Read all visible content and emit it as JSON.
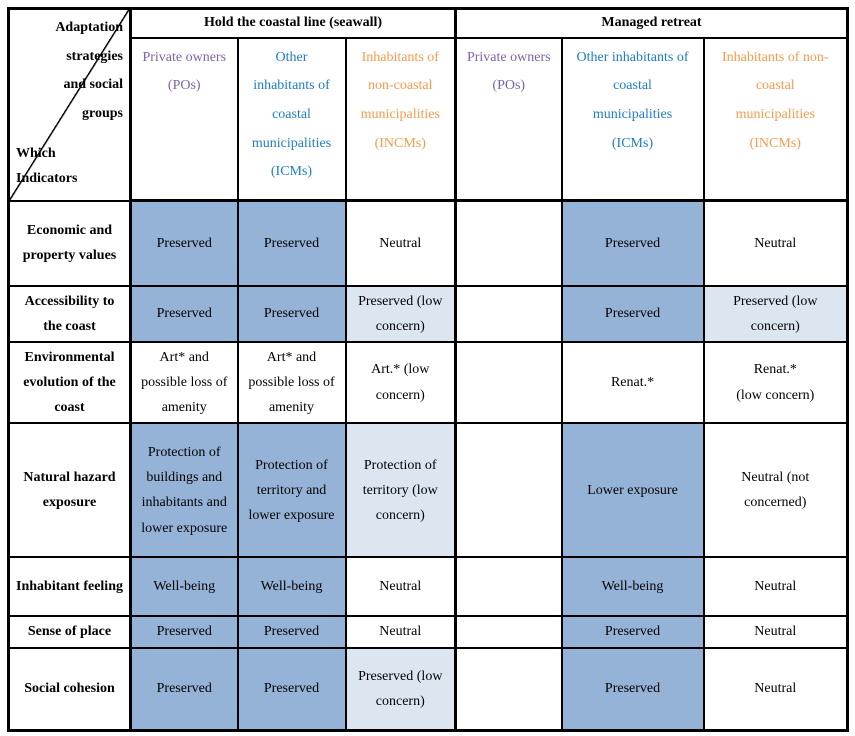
{
  "colors": {
    "group_private_owners": "#7D63A8",
    "group_coastal_inhabitants": "#1F7CC5",
    "group_non_coastal_inhabitants": "#F79A4D",
    "cell_strong_effect": "#95B3D7",
    "cell_low_concern": "#DCE6F1",
    "border": "#000000"
  },
  "corner": {
    "top_label": "Adaptation\nstrategies\nand social\ngroups",
    "bottom_label": "Which\nIndicators"
  },
  "strategies": [
    {
      "label": "Hold the coastal line (seawall)",
      "groups": [
        {
          "label": "Private owners\n(POs)",
          "color": "purple"
        },
        {
          "label": "Other\ninhabitants of\ncoastal\nmunicipalities\n(ICMs)",
          "color": "blue"
        },
        {
          "label": "Inhabitants of\nnon-coastal\nmunicipalities\n(INCMs)",
          "color": "orange"
        }
      ]
    },
    {
      "label": "Managed retreat",
      "groups": [
        {
          "label": "Private owners\n(POs)",
          "color": "purple"
        },
        {
          "label": "Other inhabitants of\ncoastal\nmunicipalities\n(ICMs)",
          "color": "blue"
        },
        {
          "label": "Inhabitants of non-\ncoastal\nmunicipalities\n(INCMs)",
          "color": "orange"
        }
      ]
    }
  ],
  "rows": [
    {
      "indicator": "Economic and property values",
      "cells": [
        {
          "text": "Preserved",
          "bg": "dark"
        },
        {
          "text": "Preserved",
          "bg": "dark"
        },
        {
          "text": "Neutral",
          "bg": "white"
        },
        {
          "text": "",
          "bg": "white"
        },
        {
          "text": "Preserved",
          "bg": "dark"
        },
        {
          "text": "Neutral",
          "bg": "white"
        }
      ]
    },
    {
      "indicator": "Accessibility to the coast",
      "cells": [
        {
          "text": "Preserved",
          "bg": "dark"
        },
        {
          "text": "Preserved",
          "bg": "dark"
        },
        {
          "text": "Preserved (low concern)",
          "bg": "light"
        },
        {
          "text": "",
          "bg": "white"
        },
        {
          "text": "Preserved",
          "bg": "dark"
        },
        {
          "text": "Preserved (low concern)",
          "bg": "light"
        }
      ]
    },
    {
      "indicator": "Environmental evolution of the coast",
      "cells": [
        {
          "text": "Art* and possible loss of amenity",
          "bg": "white"
        },
        {
          "text": "Art* and possible loss of amenity",
          "bg": "white"
        },
        {
          "text": "Art.* (low concern)",
          "bg": "white"
        },
        {
          "text": "",
          "bg": "white"
        },
        {
          "text": "Renat.*",
          "bg": "white"
        },
        {
          "text": "Renat.*\n(low concern)",
          "bg": "white"
        }
      ]
    },
    {
      "indicator": "Natural hazard exposure",
      "cells": [
        {
          "text": "Protection of buildings and inhabitants and lower exposure",
          "bg": "dark"
        },
        {
          "text": "Protection of territory and lower exposure",
          "bg": "dark"
        },
        {
          "text": "Protection of territory (low concern)",
          "bg": "light"
        },
        {
          "text": "",
          "bg": "white"
        },
        {
          "text": "Lower exposure",
          "bg": "dark"
        },
        {
          "text": "Neutral (not concerned)",
          "bg": "white"
        }
      ]
    },
    {
      "indicator": "Inhabitant feeling",
      "cells": [
        {
          "text": "Well-being",
          "bg": "dark"
        },
        {
          "text": "Well-being",
          "bg": "dark"
        },
        {
          "text": "Neutral",
          "bg": "white"
        },
        {
          "text": "",
          "bg": "white"
        },
        {
          "text": "Well-being",
          "bg": "dark"
        },
        {
          "text": "Neutral",
          "bg": "white"
        }
      ]
    },
    {
      "indicator": "Sense of place",
      "cells": [
        {
          "text": "Preserved",
          "bg": "dark"
        },
        {
          "text": "Preserved",
          "bg": "dark"
        },
        {
          "text": "Neutral",
          "bg": "white"
        },
        {
          "text": "",
          "bg": "white"
        },
        {
          "text": "Preserved",
          "bg": "dark"
        },
        {
          "text": "Neutral",
          "bg": "white"
        }
      ]
    },
    {
      "indicator": "Social cohesion",
      "cells": [
        {
          "text": "Preserved",
          "bg": "dark"
        },
        {
          "text": "Preserved",
          "bg": "dark"
        },
        {
          "text": "Preserved (low concern)",
          "bg": "light"
        },
        {
          "text": "",
          "bg": "white"
        },
        {
          "text": "Preserved",
          "bg": "dark"
        },
        {
          "text": "Neutral",
          "bg": "white"
        }
      ]
    }
  ]
}
